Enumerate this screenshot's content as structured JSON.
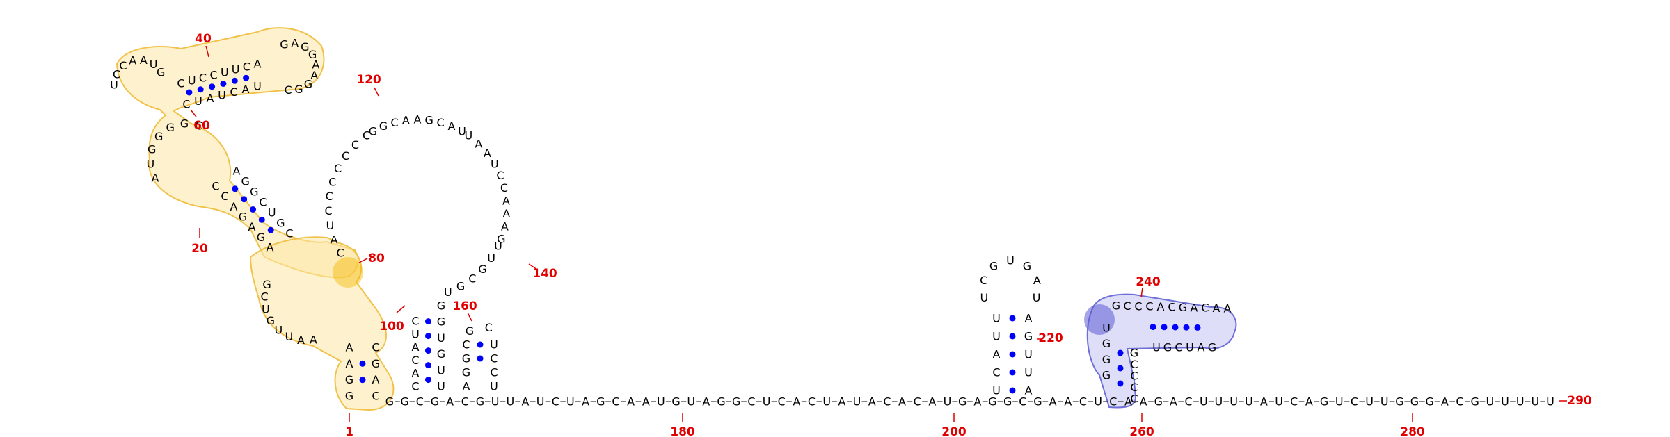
{
  "colors": {
    "highlight_yellow": "#fde7a6",
    "highlight_yellow_stroke": "#f1c24a",
    "highlight_blue": "#d8d8f7",
    "highlight_blue_stroke": "#6f6fd8",
    "pair_dot": "#0000ff",
    "number": "#e00000"
  },
  "numbers": [
    "1",
    "20",
    "40",
    "60",
    "80",
    "100",
    "120",
    "140",
    "160",
    "180",
    "200",
    "220",
    "240",
    "260",
    "280",
    "290"
  ],
  "segments": {
    "backbone": "GGCGACGUUAUCUAGCAAUGUAGGCUCACUAUACACAUGAGGCGAACUCAAGACUUUUAUCAGUCUUGGGACGUUUUU",
    "h200_left": "UCAUU",
    "h200_loop": "UCGUGAU",
    "h200_right": "AGUUA",
    "h240_left": "GGGU",
    "h240_top": "GCCCACGACAA",
    "h240_right": "GCCCC",
    "h240_bottom": "UGCUAG",
    "arc_left": "CAUCCCCCCC",
    "arc_top": "GGCAAGCAU",
    "arc_right": "UAAUCCAAAG",
    "arc_bottom": "UUGCGU",
    "s100_left": "CUACAC",
    "s100_right": "GGUGUU",
    "s160": "AGGCUCCU",
    "y_main": "CUCCUUCACUAUCAUGAGGAAGGCUCCAAUGCCAGAGAAGGCUGCAUGGGGCAAUUGUCG"
  }
}
